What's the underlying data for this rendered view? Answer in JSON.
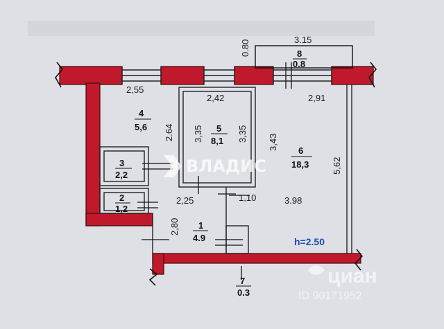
{
  "plan": {
    "ceiling_height": "h=2.50",
    "dimensions": [
      "3.15",
      "0.80",
      "2,55",
      "2,42",
      "2,91",
      "2.64",
      "3,35",
      "3,35",
      "3,43",
      "5,62",
      "2,25",
      "1,10",
      "3.98",
      "2,80"
    ],
    "rooms": [
      {
        "number": "1",
        "area": "4.9"
      },
      {
        "number": "2",
        "area": "1,2"
      },
      {
        "number": "3",
        "area": "2,2"
      },
      {
        "number": "4",
        "area": "5,6"
      },
      {
        "number": "5",
        "area": "8,1"
      },
      {
        "number": "6",
        "area": "18,3"
      },
      {
        "number": "7",
        "area": "0.3"
      },
      {
        "number": "8",
        "area": "0.8"
      }
    ]
  },
  "watermarks": {
    "vladis": "ВЛАДИС",
    "cian": "циан",
    "cian_id": "ID 90171952"
  },
  "colors": {
    "wall_red": "#c0192b",
    "background": "#dfe0e5",
    "ceiling_text": "#1d4fb0"
  }
}
